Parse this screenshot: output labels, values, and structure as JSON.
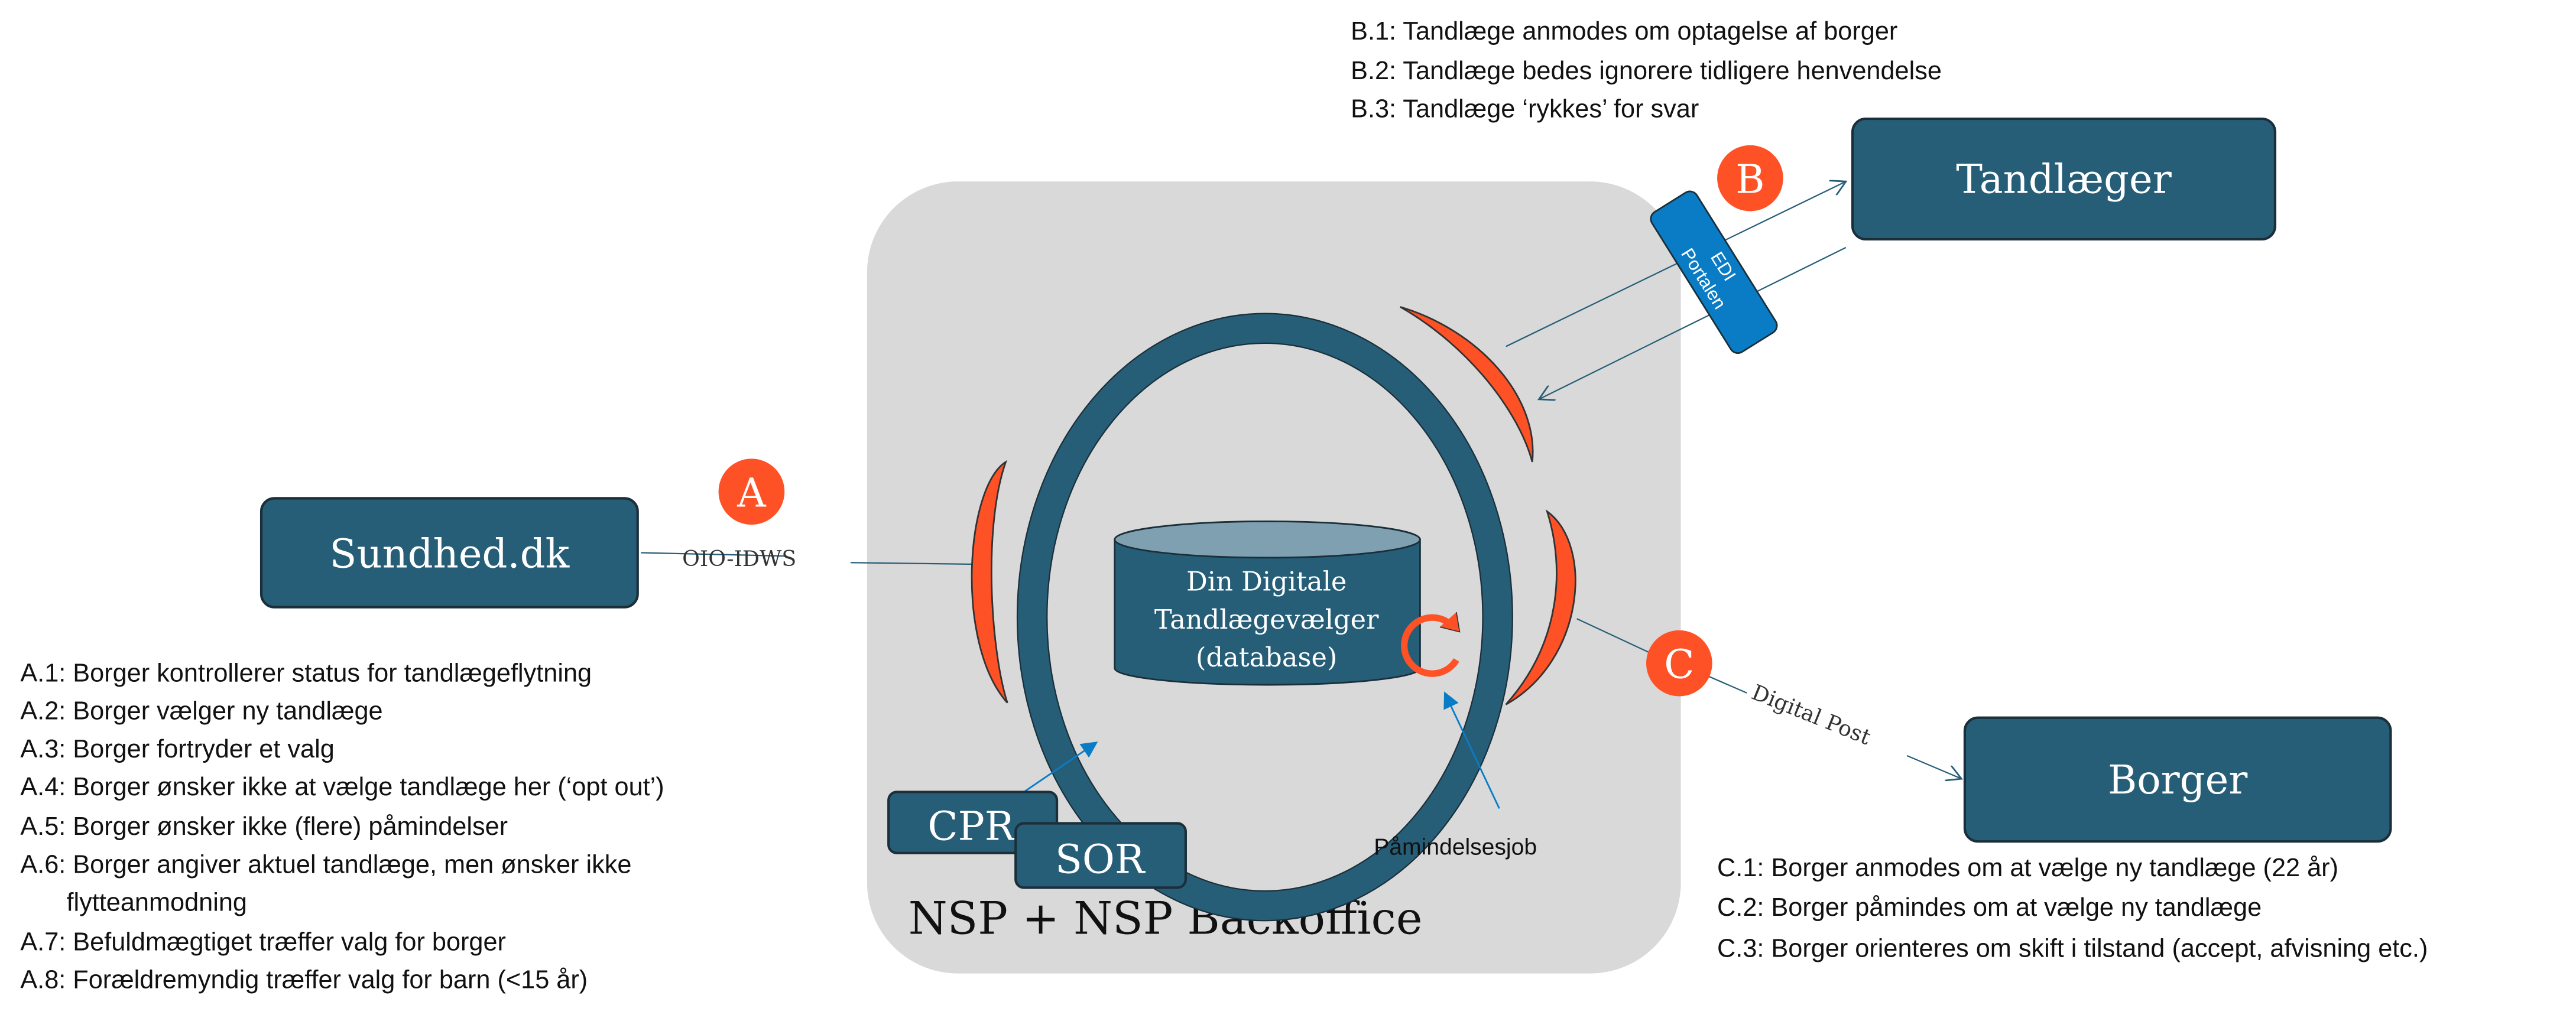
{
  "colors": {
    "box": "#265e78",
    "accent": "#ff5126",
    "edi": "#0a7cc6",
    "panel": "#d9d9d9",
    "ring": "#265e78",
    "cyl_top": "#7fa0b0"
  },
  "nodes": {
    "sundhed": "Sundhed.dk",
    "tandlaeger": "Tandlæger",
    "borger": "Borger",
    "cpr": "CPR",
    "sor": "SOR",
    "edi_line1": "EDI",
    "edi_line2": "Portalen",
    "database": [
      "Din Digitale",
      "Tandlægevælger",
      "(database)"
    ],
    "panel_label": "NSP + NSP Backoffice",
    "reminder_job": "Påmindelsesjob"
  },
  "connections": {
    "a_label": "OIO-IDWS",
    "c_label": "Digital Post"
  },
  "markers": {
    "a": "A",
    "b": "B",
    "c": "C"
  },
  "list_a": [
    "A.1: Borger kontrollerer status for tandlægeflytning",
    "A.2: Borger vælger ny tandlæge",
    "A.3: Borger fortryder et valg",
    "A.4: Borger ønsker ikke at vælge tandlæge her (‘opt out’)",
    "A.5: Borger ønsker ikke (flere) påmindelser",
    "A.6: Borger angiver aktuel tandlæge, men ønsker ikke",
    "flytteanmodning",
    "A.7: Befuldmægtiget træffer valg for borger",
    "A.8: Forældremyndig træffer valg for barn (<15 år)"
  ],
  "list_b": [
    "B.1: Tandlæge anmodes om optagelse af borger",
    "B.2: Tandlæge bedes ignorere tidligere henvendelse",
    "B.3: Tandlæge ‘rykkes’ for svar"
  ],
  "list_c": [
    "C.1: Borger anmodes om at vælge ny tandlæge (22 år)",
    "C.2: Borger påmindes om at vælge ny tandlæge",
    "C.3: Borger orienteres om skift i tilstand (accept, afvisning etc.)"
  ]
}
